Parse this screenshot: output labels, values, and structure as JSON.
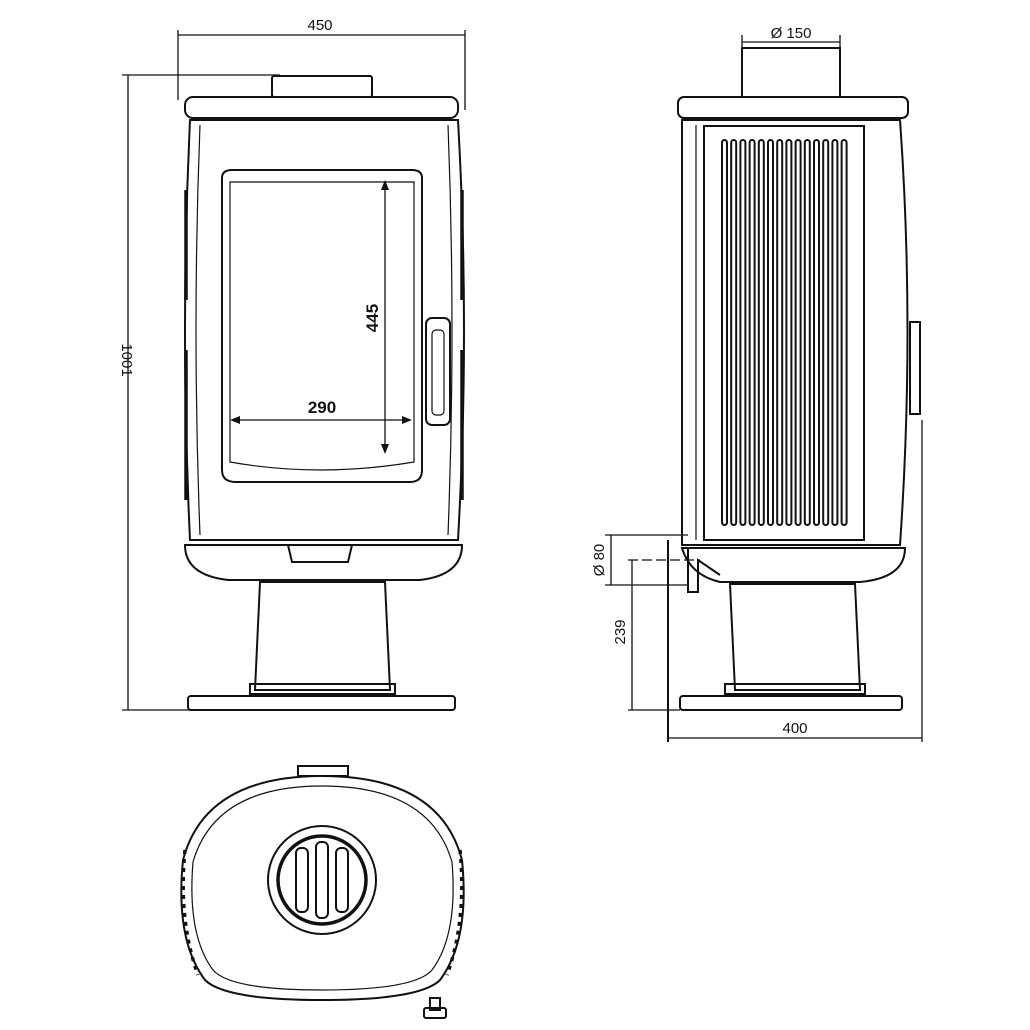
{
  "dimensions": {
    "width_front": "450",
    "height_total": "1001",
    "window_height": "445",
    "window_width": "290",
    "flue_diameter": "Ø 150",
    "air_inlet_diameter": "Ø 80",
    "air_inlet_height": "239",
    "depth": "400"
  },
  "colors": {
    "line": "#111111",
    "background": "#ffffff"
  }
}
